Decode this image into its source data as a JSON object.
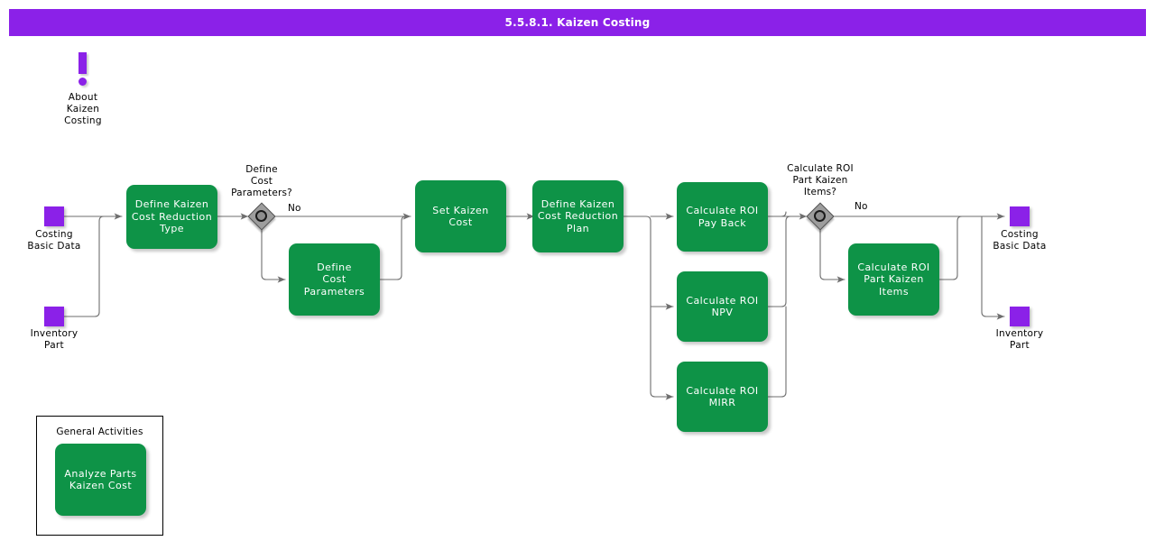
{
  "header": {
    "title": "5.5.8.1. Kaizen Costing",
    "bar_color": "#8B21E8",
    "text_color": "#ffffff"
  },
  "theme": {
    "activity_fill": "#0E9347",
    "activity_text": "#ffffff",
    "data_object_fill": "#8B21E8",
    "gateway_fill": "#9d9d9d",
    "connector_color": "#6e6e6e",
    "canvas_background": "#ffffff"
  },
  "annotation": {
    "icon": "exclamation-note-icon",
    "label": "About\nKaizen\nCosting"
  },
  "data_objects": {
    "inputs": [
      {
        "name": "costing-basic-data-input",
        "label": "Costing\nBasic Data"
      },
      {
        "name": "inventory-part-input",
        "label": "Inventory\nPart"
      }
    ],
    "outputs": [
      {
        "name": "costing-basic-data-output",
        "label": "Costing\nBasic Data"
      },
      {
        "name": "inventory-part-output",
        "label": "Inventory\nPart"
      }
    ]
  },
  "activities": [
    {
      "id": "define-kaizen-cost-reduction-type",
      "label": "Define Kaizen\nCost Reduction\nType"
    },
    {
      "id": "define-cost-parameters",
      "label": "Define\nCost\nParameters"
    },
    {
      "id": "set-kaizen-cost",
      "label": "Set Kaizen Cost"
    },
    {
      "id": "define-kaizen-cost-reduction-plan",
      "label": "Define Kaizen\nCost Reduction\nPlan"
    },
    {
      "id": "calculate-roi-pay-back",
      "label": "Calculate ROI\nPay Back"
    },
    {
      "id": "calculate-roi-npv",
      "label": "Calculate ROI\nNPV"
    },
    {
      "id": "calculate-roi-mirr",
      "label": "Calculate ROI\nMIRR"
    },
    {
      "id": "calculate-roi-part-kaizen-items",
      "label": "Calculate ROI\nPart Kaizen\nItems"
    }
  ],
  "gateways": [
    {
      "id": "define-cost-parameters-gateway",
      "label": "Define\nCost\nParameters?",
      "branch_label": "No"
    },
    {
      "id": "calculate-roi-part-kaizen-items-gateway",
      "label": "Calculate ROI\nPart Kaizen\nItems?",
      "branch_label": "No"
    }
  ],
  "legend": {
    "title": "General Activities",
    "activity_label": "Analyze Parts\nKaizen Cost"
  }
}
